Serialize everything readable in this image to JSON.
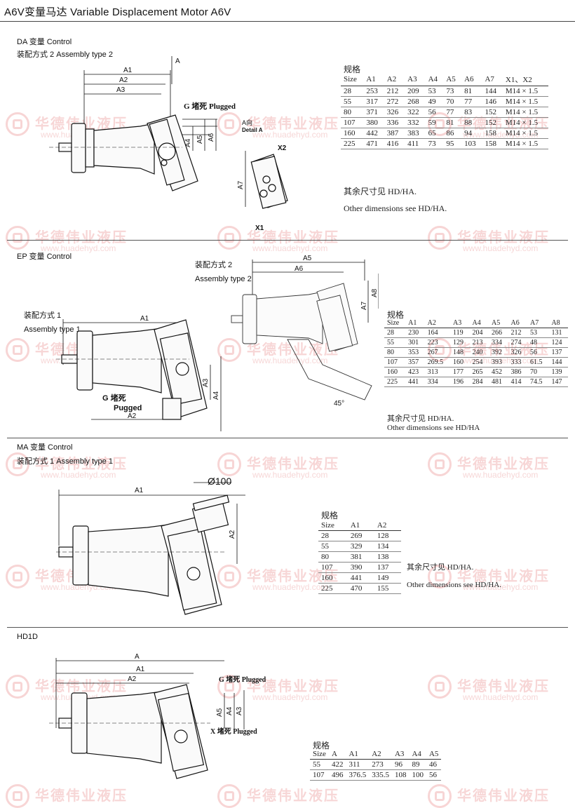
{
  "page": {
    "title": "A6V变量马达   Variable Displacement Motor A6V"
  },
  "watermark": {
    "brand": "华德伟业液压",
    "url": "www.huadehyd.com"
  },
  "sections": {
    "da": {
      "label_control": "DA 变量   Control",
      "label_assembly": "装配方式 2 Assembly type 2",
      "plugged": "G  堵死 Plugged",
      "detail_a": "A向",
      "detail_en": "Detail A",
      "table": {
        "title": "规格",
        "headers": [
          "Size",
          "A1",
          "A2",
          "A3",
          "A4",
          "A5",
          "A6",
          "A7",
          "X1、X2"
        ],
        "rows": [
          [
            "28",
            "253",
            "212",
            "209",
            "53",
            "73",
            "81",
            "144",
            "M14 × 1.5"
          ],
          [
            "55",
            "317",
            "272",
            "268",
            "49",
            "70",
            "77",
            "146",
            "M14 × 1.5"
          ],
          [
            "80",
            "371",
            "326",
            "322",
            "56",
            "77",
            "83",
            "152",
            "M14 × 1.5"
          ],
          [
            "107",
            "380",
            "336",
            "332",
            "59",
            "81",
            "88",
            "152",
            "M14 × 1.5"
          ],
          [
            "160",
            "442",
            "387",
            "383",
            "65",
            "86",
            "94",
            "158",
            "M14 × 1.5"
          ],
          [
            "225",
            "471",
            "416",
            "411",
            "73",
            "95",
            "103",
            "158",
            "M14 × 1.5"
          ]
        ]
      },
      "note_cn": "其余尺寸见 HD/HA.",
      "note_en": "Other dimensions see HD/HA."
    },
    "ep": {
      "label_control": "EP 变量 Control",
      "label_assembly2_cn": "装配方式 2",
      "label_assembly2_en": "Assembly type 2",
      "label_assembly1_cn": "装配方式 1",
      "label_assembly1_en": "Assembly type 1",
      "plugged_cn": "G  堵死",
      "plugged_en": "Pugged",
      "table": {
        "title": "规格",
        "headers": [
          "Size",
          "A1",
          "A2",
          "A3",
          "A4",
          "A5",
          "A6",
          "A7",
          "A8"
        ],
        "rows": [
          [
            "28",
            "230",
            "164",
            "119",
            "204",
            "266",
            "212",
            "53",
            "131"
          ],
          [
            "55",
            "301",
            "223",
            "129",
            "213",
            "334",
            "274",
            "48",
            "124"
          ],
          [
            "80",
            "353",
            "267",
            "148",
            "240",
            "392",
            "326",
            "56",
            "137"
          ],
          [
            "107",
            "357",
            "269.5",
            "160",
            "254",
            "393",
            "333",
            "61.5",
            "144"
          ],
          [
            "160",
            "423",
            "313",
            "177",
            "265",
            "452",
            "386",
            "70",
            "139"
          ],
          [
            "225",
            "441",
            "334",
            "196",
            "284",
            "481",
            "414",
            "74.5",
            "147"
          ]
        ]
      },
      "note_cn": "其余尺寸见 HD/HA.",
      "note_en": "Other dimensions see HD/HA"
    },
    "ma": {
      "label_control": "MA 变量 Control",
      "label_assembly": "装配方式 1 Assembly type 1",
      "diameter": "Ø100",
      "table": {
        "title": "规格",
        "headers": [
          "Size",
          "A1",
          "A2"
        ],
        "rows": [
          [
            "28",
            "269",
            "128"
          ],
          [
            "55",
            "329",
            "134"
          ],
          [
            "80",
            "381",
            "138"
          ],
          [
            "107",
            "390",
            "137"
          ],
          [
            "160",
            "441",
            "149"
          ],
          [
            "225",
            "470",
            "155"
          ]
        ]
      },
      "note_cn": "其余尺寸见 HD/HA.",
      "note_en": "Other dimensions see HD/HA."
    },
    "hd1d": {
      "label_control": "HD1D",
      "plugged_g": "G  堵死 Plugged",
      "plugged_x": "X  堵死 Plugged",
      "table": {
        "title": "规格",
        "headers": [
          "Size",
          "A",
          "A1",
          "A2",
          "A3",
          "A4",
          "A5"
        ],
        "rows": [
          [
            "55",
            "422",
            "311",
            "273",
            "96",
            "89",
            "46"
          ],
          [
            "107",
            "496",
            "376.5",
            "335.5",
            "108",
            "100",
            "56"
          ]
        ]
      }
    }
  },
  "dims": {
    "da": [
      "A1",
      "A2",
      "A3",
      "A",
      "A4",
      "A5",
      "A6",
      "A7",
      "X2",
      "X1"
    ],
    "ep": [
      "A5",
      "A6",
      "A1",
      "A2",
      "A3",
      "A4",
      "A7",
      "A8",
      "45°"
    ],
    "ma": [
      "A1",
      "A2"
    ],
    "hd1d": [
      "A",
      "A1",
      "A2",
      "A3",
      "A4",
      "A5"
    ]
  }
}
